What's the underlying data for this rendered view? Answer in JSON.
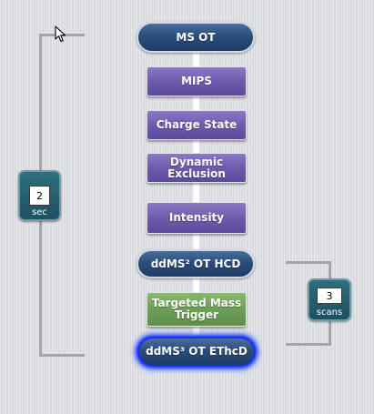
{
  "workflow": {
    "nodes": [
      {
        "label": "MS OT"
      },
      {
        "label": "MIPS"
      },
      {
        "label": "Charge State"
      },
      {
        "label": "Dynamic Exclusion"
      },
      {
        "label": "Intensity"
      },
      {
        "label": "ddMS² OT HCD"
      },
      {
        "label": "Targeted Mass Trigger"
      },
      {
        "label": "ddMS³ OT EThcD"
      }
    ],
    "time_loop": {
      "value": "2",
      "unit": "sec"
    },
    "scan_loop": {
      "value": "3",
      "unit": "scans"
    }
  },
  "colors": {
    "scan_node": "#2a4d7a",
    "filter_node": "#6f5aac",
    "trigger_node": "#6c9f57",
    "selected_glow": "#1a2bff",
    "loop_counter": "#245d6c",
    "connector": "#ffffff",
    "bracket": "#a3a5a8"
  },
  "icons": {
    "cursor": "mouse-pointer-icon"
  }
}
